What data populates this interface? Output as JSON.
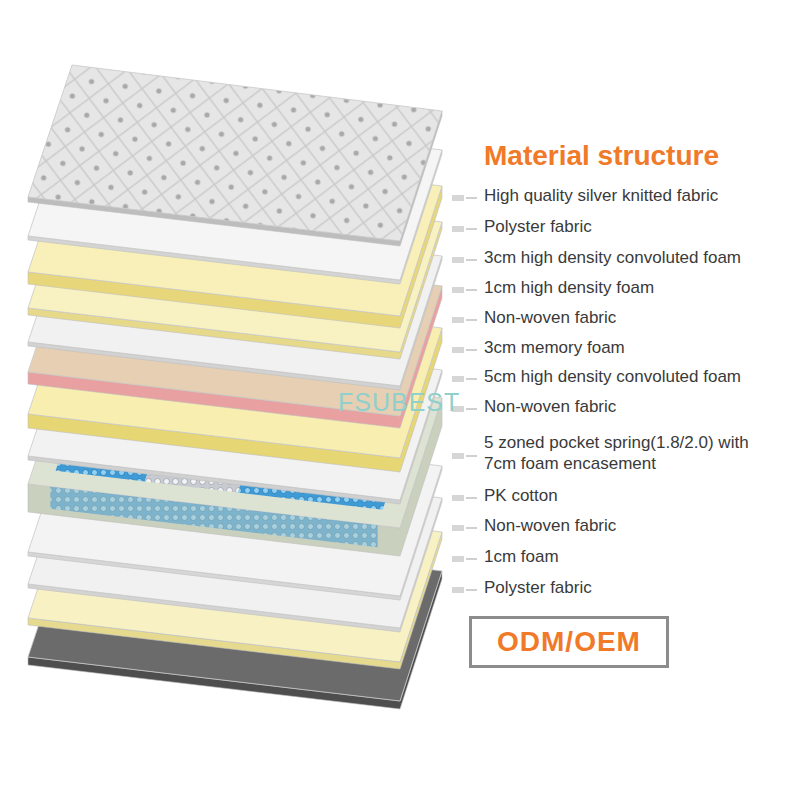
{
  "diagram": {
    "title": "Material structure",
    "nodes": [
      {
        "text": [
          "ODM/OEM"
        ]
      }
    ],
    "labels": [
      "High quality silver knitted fabric",
      "Polyster fabric",
      "3cm high density convoluted foam",
      "1cm high density foam",
      "Non-woven fabric",
      "3cm memory foam",
      "5cm high density convoluted foam",
      "Non-woven fabric",
      "5 zoned pocket spring(1.8/2.0) with 7cm foam encasement",
      "PK cotton",
      "Non-woven fabric",
      "1cm foam",
      "Polyster fabric",
      "FSUBEST"
    ]
  }
}
